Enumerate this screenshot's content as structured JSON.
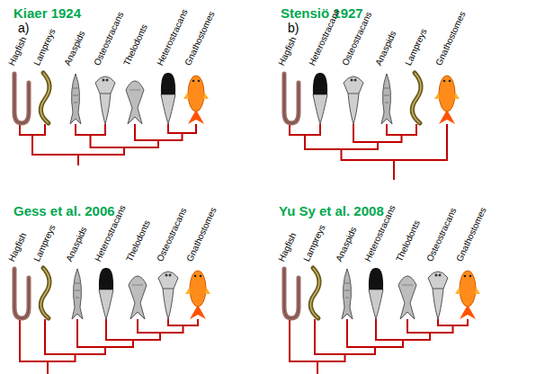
{
  "diagram": {
    "labels": [
      "Kiaer 1924",
      "a)",
      "Hagfish",
      "Lampreys",
      "Anaspids",
      "Osteostracans",
      "Thelodonts",
      "Heterostracans",
      "Gnathostomes",
      "Stensiö 1927",
      "b)",
      "Hagfish",
      "Heterostracans",
      "Osteostracans",
      "Anaspids",
      "Lampreys",
      "Gnathostomes",
      "Gess et al. 2006",
      "Hagfish",
      "Lampreys",
      "Anaspids",
      "Heterostracans",
      "Thelodonts",
      "Osteostracans",
      "Gnathostomes",
      "Yu Sy et al. 2008",
      "Hagfish",
      "Lampreys",
      "Anaspids",
      "Heterostracans",
      "Thelodonts",
      "Osteostracans",
      "Gnathostomes"
    ]
  }
}
